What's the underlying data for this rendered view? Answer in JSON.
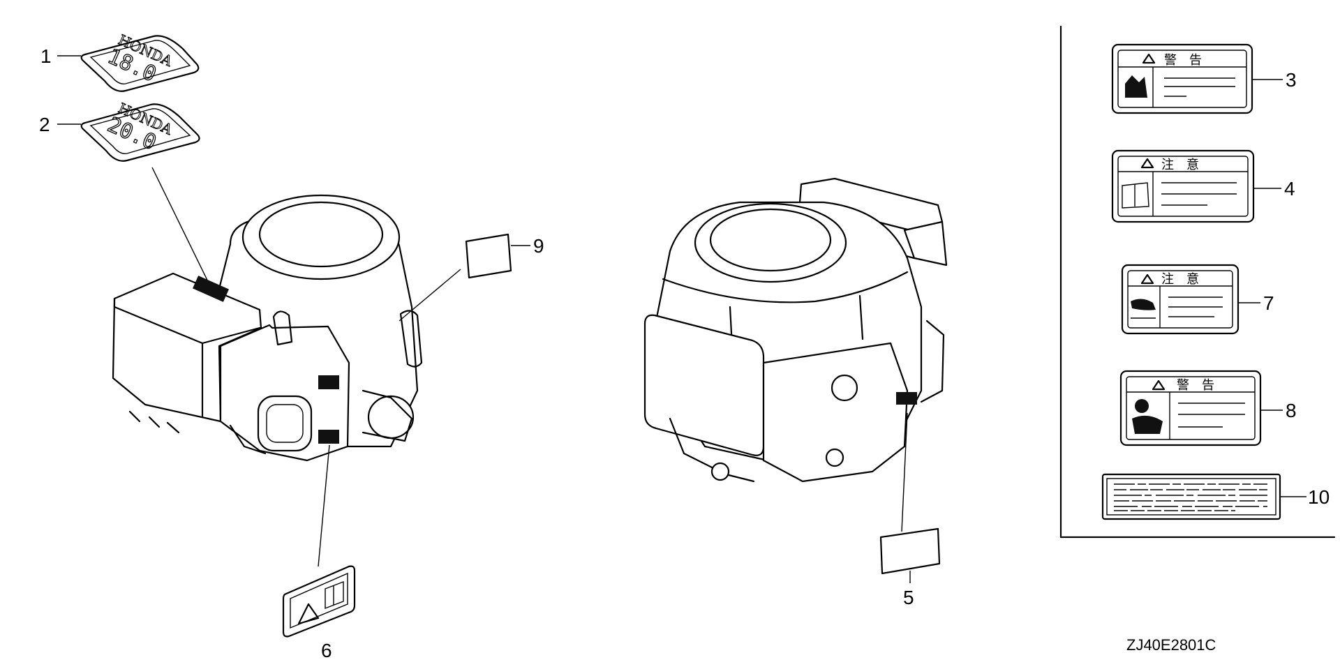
{
  "diagram_code": "ZJ40E2801C",
  "callouts": [
    "1",
    "2",
    "3",
    "4",
    "5",
    "6",
    "7",
    "8",
    "9",
    "10"
  ],
  "emblems": {
    "brand": "HONDA",
    "model_1": "18.0",
    "model_2": "20.0"
  },
  "labels": {
    "warning_3": "警　告",
    "caution_4": "注　意",
    "caution_7": "注　意",
    "warning_8": "警　告"
  },
  "colors": {
    "line": "#000000",
    "background": "#ffffff"
  }
}
